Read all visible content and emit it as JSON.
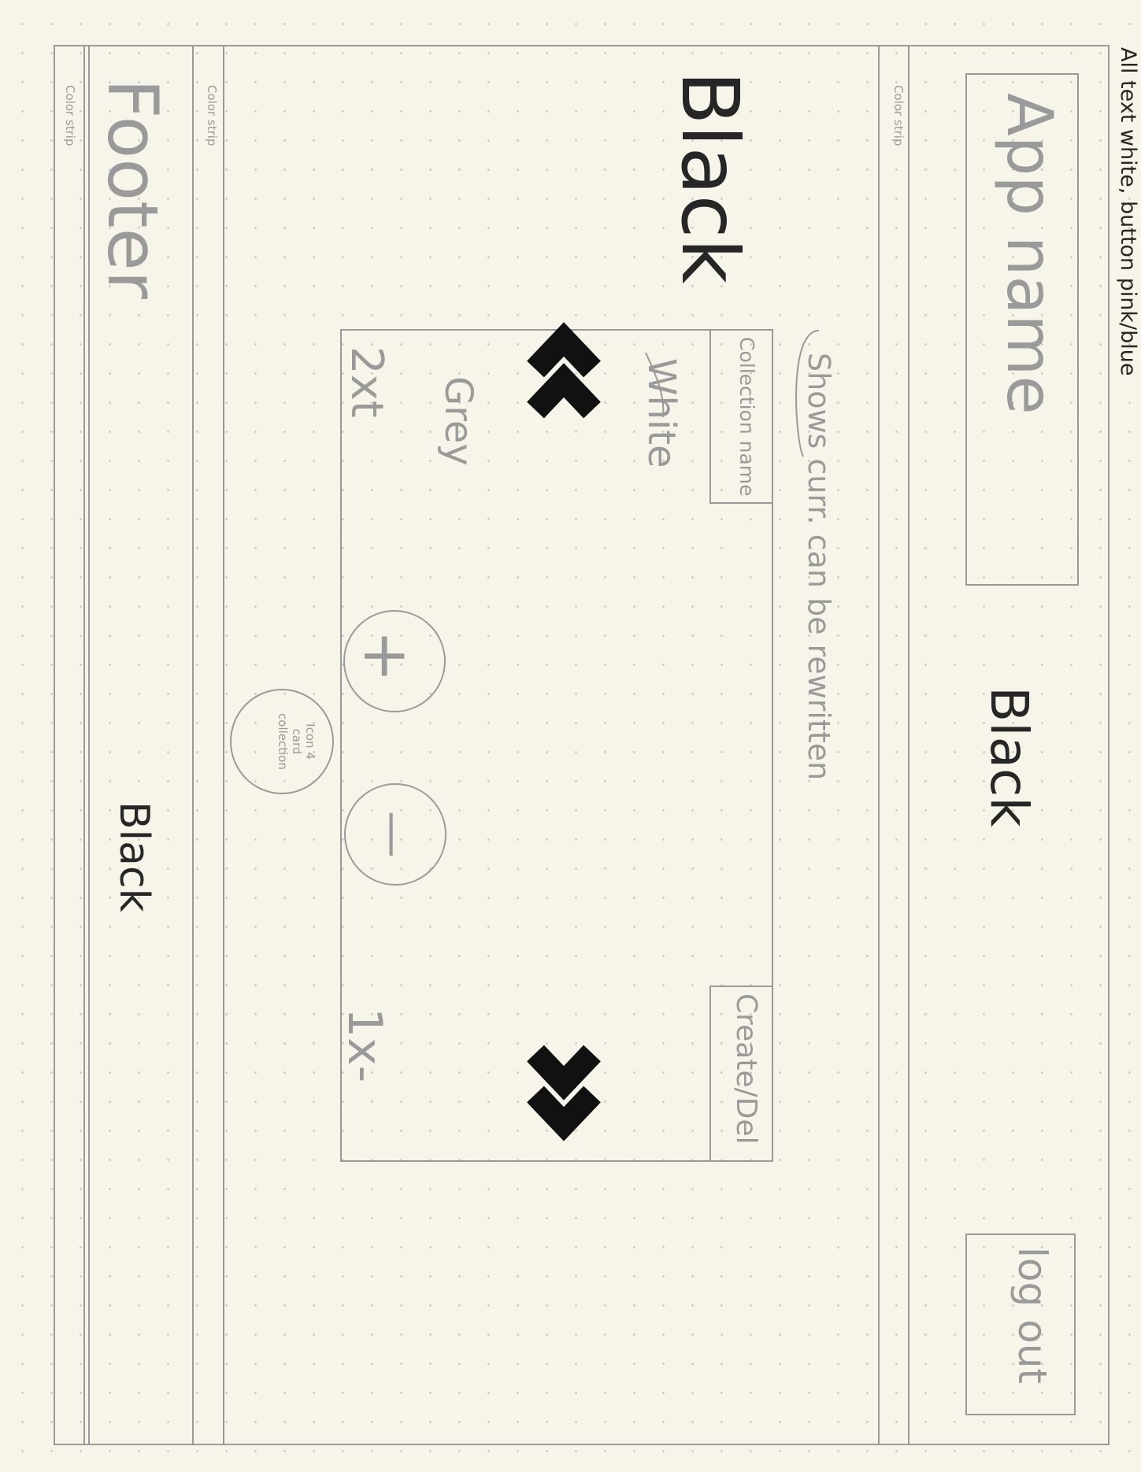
{
  "note": "All text white, button pink/blue",
  "header": {
    "app_name": "App name",
    "color_label": "Black",
    "logout_label": "log out",
    "strip_label": "Color strip"
  },
  "main": {
    "color_label": "Black",
    "strip_label": "Color strip"
  },
  "card": {
    "annotation": "Shows curr. can be rewritten",
    "collection_name": "Collection name",
    "white_label": "White",
    "grey_label": "Grey",
    "text_hint": "2xt",
    "create_del_label": "Create/Del",
    "bottom_hint": "1x-",
    "plus_symbol": "+",
    "minus_symbol": "—",
    "collection_icon_label": "Icon 4 card collection"
  },
  "footer": {
    "title": "Footer",
    "color_label": "Black",
    "strip_label": "Color strip"
  },
  "colors": {
    "paper": "#f7f5e9",
    "outline": "#9a9a9a",
    "ink": "#262626",
    "chevrons": "#111111"
  },
  "icons": {
    "prev": "double-chevron-up-icon",
    "next": "double-chevron-down-icon",
    "add": "plus-icon",
    "remove": "minus-icon"
  }
}
